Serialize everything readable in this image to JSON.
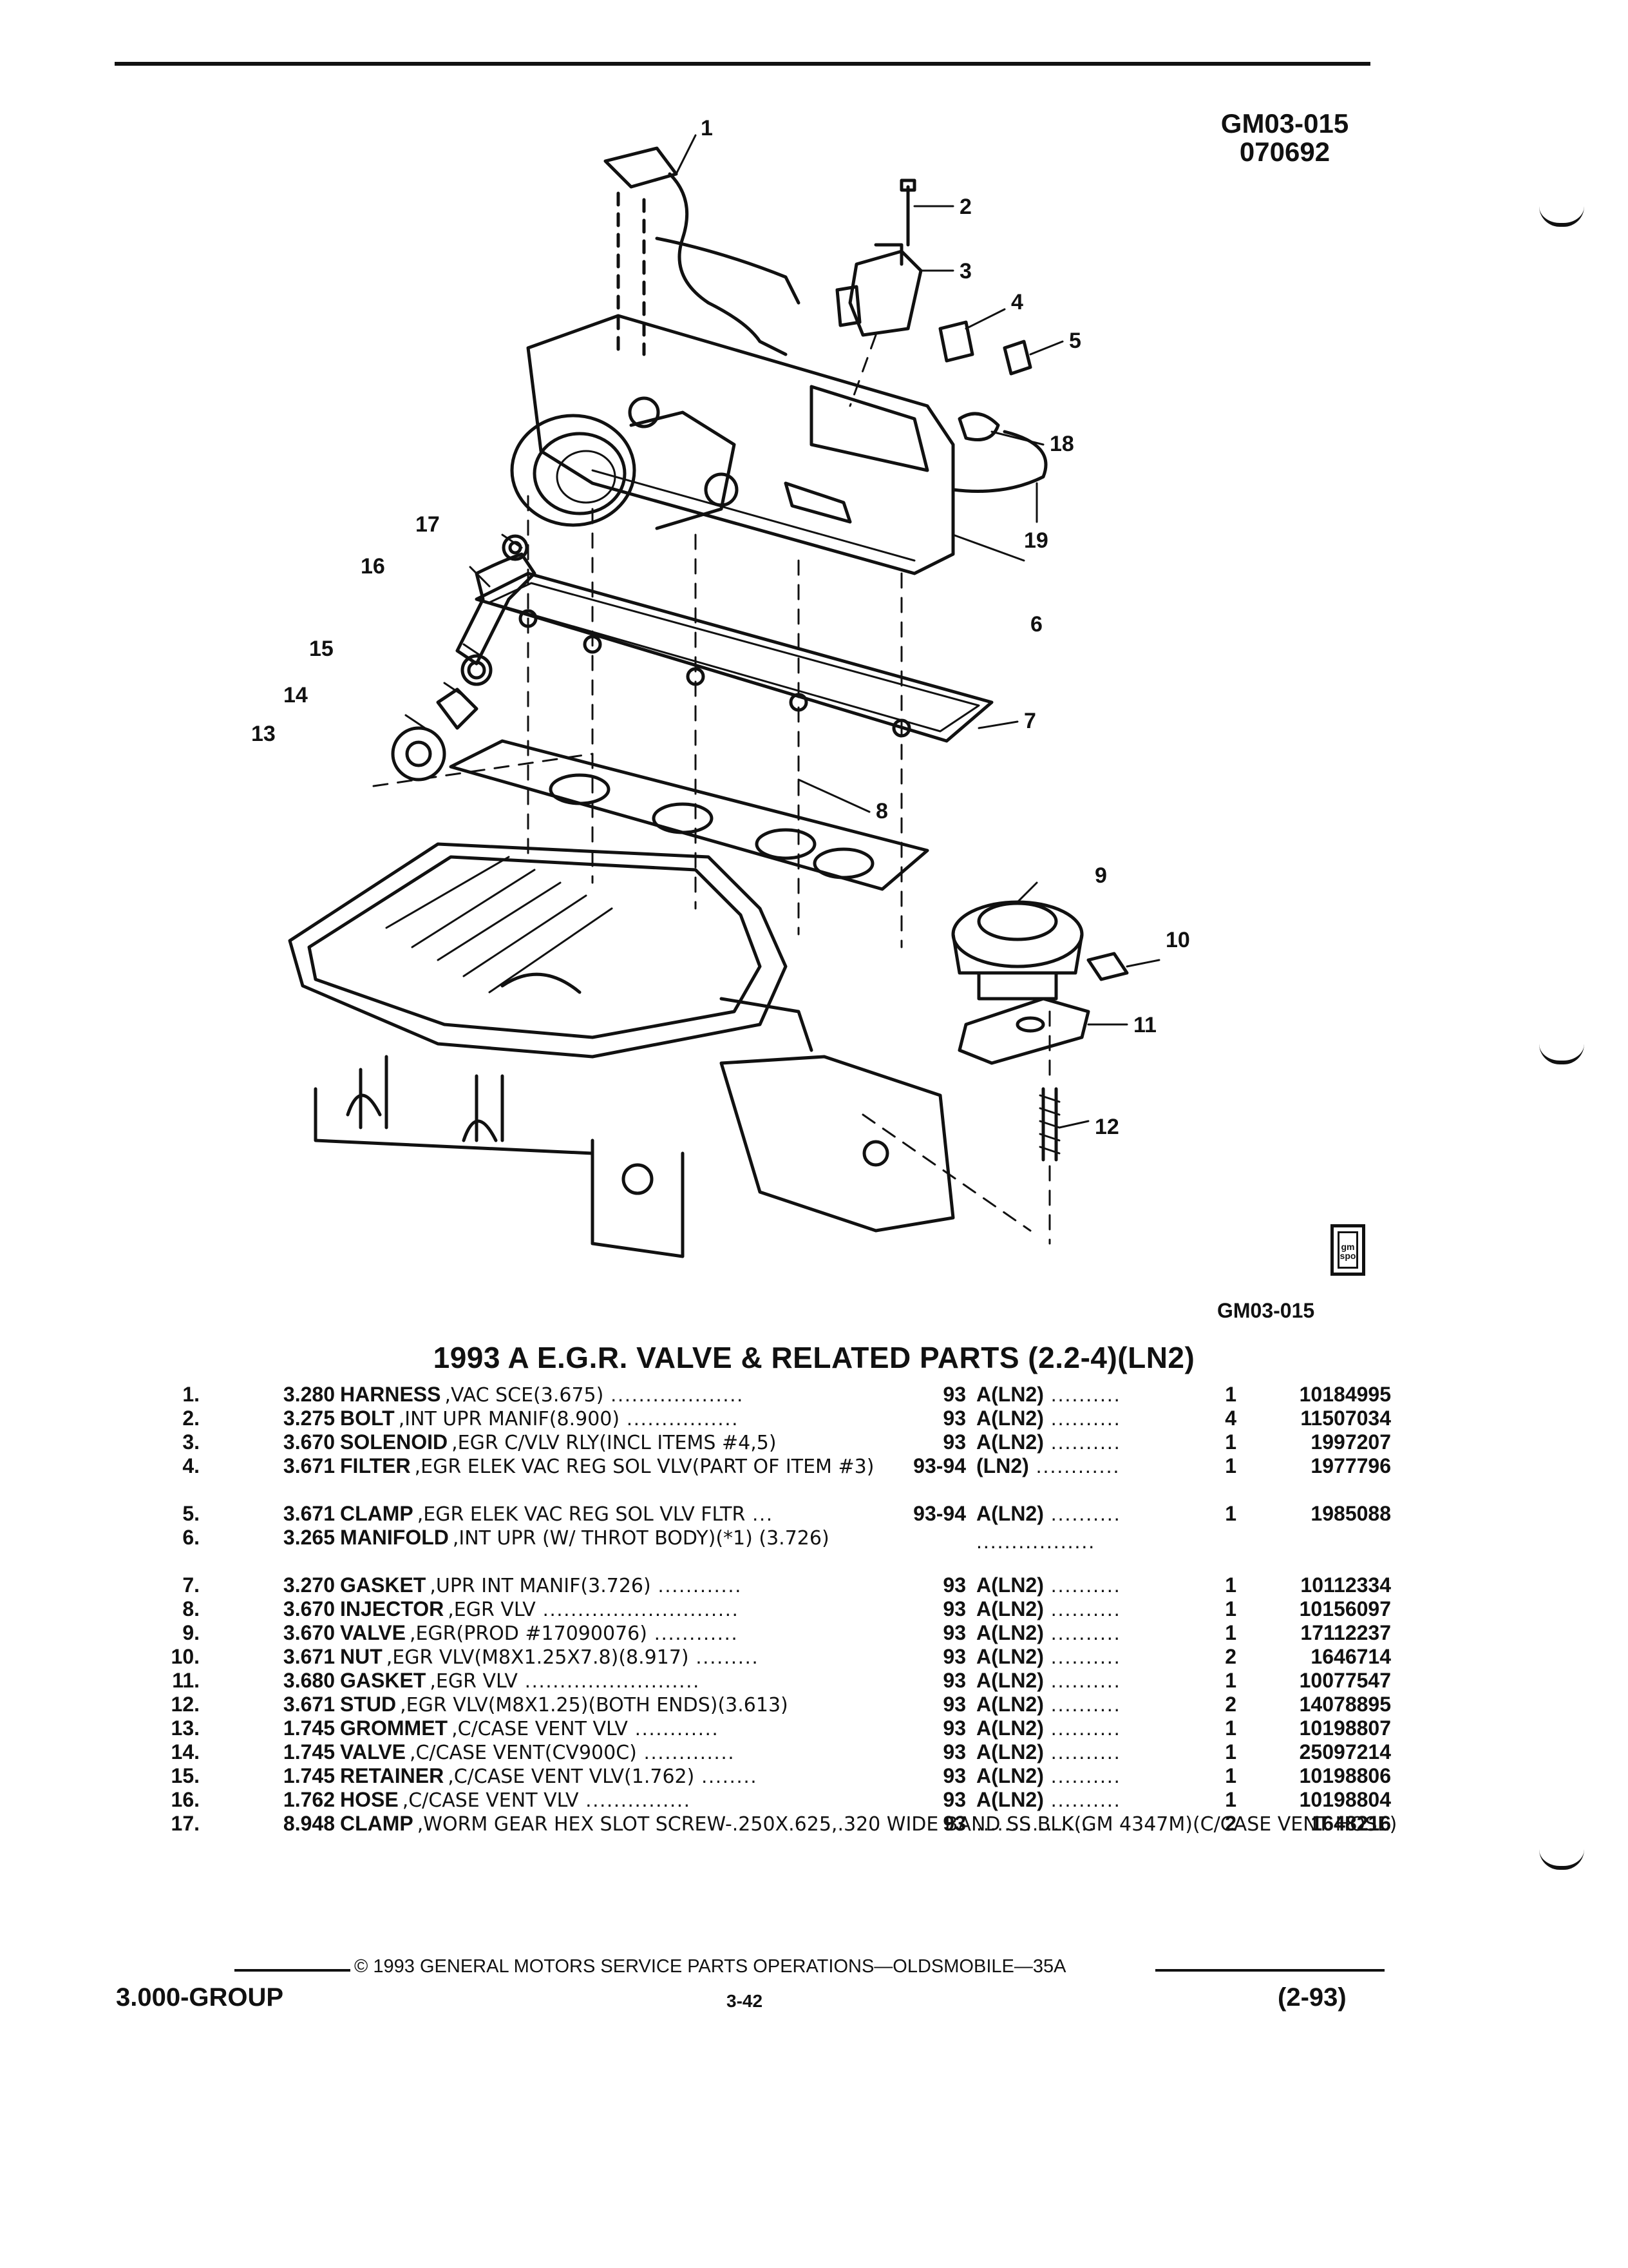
{
  "header": {
    "code_line1": "GM03-015",
    "code_line2": "070692"
  },
  "figure": {
    "callouts": [
      "1",
      "2",
      "3",
      "4",
      "5",
      "6",
      "7",
      "8",
      "9",
      "10",
      "11",
      "12",
      "13",
      "14",
      "15",
      "16",
      "17",
      "18",
      "19"
    ],
    "badge_text": "gm spo",
    "code": "GM03-015"
  },
  "title": "1993 A E.G.R. VALVE & RELATED PARTS (2.2-4)(LN2)",
  "parts": [
    {
      "no": "1.",
      "group": "3.280",
      "name": "HARNESS",
      "desc": ",VAC SCE(3.675)",
      "dots": " ...................",
      "year": "93",
      "model": "A(LN2)",
      "mdots": " ..........",
      "qty": "1",
      "part": "10184995"
    },
    {
      "no": "2.",
      "group": "3.275",
      "name": "BOLT",
      "desc": ",INT UPR MANIF(8.900)",
      "dots": " ................",
      "year": "93",
      "model": "A(LN2)",
      "mdots": " ..........",
      "qty": "4",
      "part": "11507034"
    },
    {
      "no": "3.",
      "group": "3.670",
      "name": "SOLENOID",
      "desc": ",EGR C/VLV RLY(INCL ITEMS #4,5)",
      "dots": "",
      "year": "93",
      "model": "A(LN2)",
      "mdots": " ..........",
      "qty": "1",
      "part": "1997207"
    },
    {
      "no": "4.",
      "group": "3.671",
      "name": "FILTER",
      "desc": ",EGR ELEK VAC REG SOL VLV(PART OF ITEM #3)",
      "dots": "",
      "year": "93-94",
      "model": "(LN2)",
      "mdots": " ............",
      "qty": "1",
      "part": "1977796"
    },
    {
      "no": "5.",
      "group": "3.671",
      "name": "CLAMP",
      "desc": ",EGR ELEK VAC REG SOL VLV FLTR",
      "dots": " ...",
      "year": "93-94",
      "model": "A(LN2)",
      "mdots": " ..........",
      "qty": "1",
      "part": "1985088"
    },
    {
      "no": "6.",
      "group": "3.265",
      "name": "MANIFOLD",
      "desc": ",INT UPR (W/ THROT BODY)(*1) (3.726)",
      "dots": "",
      "year": "",
      "model": "",
      "mdots": ".................",
      "qty": "",
      "part": ""
    },
    {
      "no": "7.",
      "group": "3.270",
      "name": "GASKET",
      "desc": ",UPR INT MANIF(3.726)",
      "dots": " ............",
      "year": "93",
      "model": "A(LN2)",
      "mdots": " ..........",
      "qty": "1",
      "part": "10112334"
    },
    {
      "no": "8.",
      "group": "3.670",
      "name": "INJECTOR",
      "desc": ",EGR VLV",
      "dots": " ............................",
      "year": "93",
      "model": "A(LN2)",
      "mdots": " ..........",
      "qty": "1",
      "part": "10156097"
    },
    {
      "no": "9.",
      "group": "3.670",
      "name": "VALVE",
      "desc": ",EGR(PROD #17090076)",
      "dots": " ............",
      "year": "93",
      "model": "A(LN2)",
      "mdots": " ..........",
      "qty": "1",
      "part": "17112237"
    },
    {
      "no": "10.",
      "group": "3.671",
      "name": "NUT",
      "desc": ",EGR VLV(M8X1.25X7.8)(8.917)",
      "dots": " .........",
      "year": "93",
      "model": "A(LN2)",
      "mdots": " ..........",
      "qty": "2",
      "part": "1646714"
    },
    {
      "no": "11.",
      "group": "3.680",
      "name": "GASKET",
      "desc": ",EGR VLV",
      "dots": " .........................",
      "year": "93",
      "model": "A(LN2)",
      "mdots": " ..........",
      "qty": "1",
      "part": "10077547"
    },
    {
      "no": "12.",
      "group": "3.671",
      "name": "STUD",
      "desc": ",EGR VLV(M8X1.25)(BOTH ENDS)(3.613)",
      "dots": "",
      "year": "93",
      "model": "A(LN2)",
      "mdots": " ..........",
      "qty": "2",
      "part": "14078895"
    },
    {
      "no": "13.",
      "group": "1.745",
      "name": "GROMMET",
      "desc": ",C/CASE VENT VLV",
      "dots": " ............",
      "year": "93",
      "model": "A(LN2)",
      "mdots": " ..........",
      "qty": "1",
      "part": "10198807"
    },
    {
      "no": "14.",
      "group": "1.745",
      "name": "VALVE",
      "desc": ",C/CASE VENT(CV900C)",
      "dots": " .............",
      "year": "93",
      "model": "A(LN2)",
      "mdots": " ..........",
      "qty": "1",
      "part": "25097214"
    },
    {
      "no": "15.",
      "group": "1.745",
      "name": "RETAINER",
      "desc": ",C/CASE VENT VLV(1.762)",
      "dots": " ........",
      "year": "93",
      "model": "A(LN2)",
      "mdots": " ..........",
      "qty": "1",
      "part": "10198806"
    },
    {
      "no": "16.",
      "group": "1.762",
      "name": "HOSE",
      "desc": ",C/CASE VENT VLV",
      "dots": " ...............",
      "year": "93",
      "model": "A(LN2)",
      "mdots": " ..........",
      "qty": "1",
      "part": "10198804"
    },
    {
      "no": "17.",
      "group": "8.948",
      "name": "CLAMP",
      "desc": ",WORM GEAR HEX SLOT SCREW-.250X.625,.320 WIDE BAND SS BLK(GM 4347M)(C/CASE VENT HOSE)",
      "dots": "",
      "year": "93",
      "model": "",
      "mdots": ".................",
      "qty": "2",
      "part": "1648216"
    }
  ],
  "footer": {
    "copyright": "© 1993 GENERAL MOTORS SERVICE PARTS OPERATIONS—OLDSMOBILE—35A",
    "group": "3.000-GROUP",
    "page": "3-42",
    "date": "(2-93)"
  },
  "colors": {
    "ink": "#111111",
    "paper": "#ffffff"
  }
}
